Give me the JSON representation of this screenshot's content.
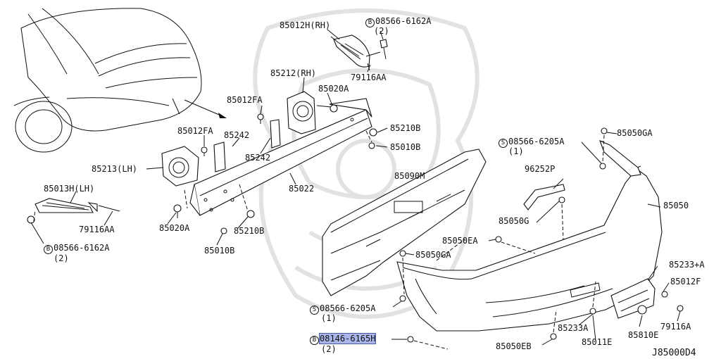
{
  "diagram_code": "J85000D4",
  "labels": {
    "p85012H_RH": "85012H(RH)",
    "p08566_6162A_top_code": "08566-6162A",
    "p08566_6162A_top_qty": "(2)",
    "p08566_6162A_top_mark": "B",
    "p79116AA_top": "79116AA",
    "p85212_RH": "85212(RH)",
    "p85020A_top": "85020A",
    "p85012FA_top": "85012FA",
    "p85012FA_left": "85012FA",
    "p85242_a": "85242",
    "p85242_b": "85242",
    "p85210B_right": "85210B",
    "p85010B_right": "85010B",
    "p85213_LH": "85213(LH)",
    "p85022": "85022",
    "p85090M": "85090M",
    "p85013H_LH": "85013H(LH)",
    "p79116AA_left": "79116AA",
    "p85020A_bottom": "85020A",
    "p85210B_bottom": "85210B",
    "p85010B_bottom": "85010B",
    "p08566_6162A_left_code": "08566-6162A",
    "p08566_6162A_left_qty": "(2)",
    "p08566_6162A_left_mark": "B",
    "p85050GA_top": "85050GA",
    "p08566_6205A_top_code": "08566-6205A",
    "p08566_6205A_top_qty": "(1)",
    "p08566_6205A_top_mark": "S",
    "p96252P": "96252P",
    "p85050": "85050",
    "p85050G": "85050G",
    "p85050EA": "85050EA",
    "p85050GA_mid": "85050GA",
    "p85233A_plus": "85233+A",
    "p85012F": "85012F",
    "p08566_6205A_bottom_code": "08566-6205A",
    "p08566_6205A_bottom_qty": "(1)",
    "p08566_6205A_bottom_mark": "S",
    "p79116A": "79116A",
    "p85233A": "85233A",
    "p85810E": "85810E",
    "p08146_6165H_code": "08146-6165H",
    "p08146_6165H_qty": "(2)",
    "p08146_6165H_mark": "B",
    "p85050EB": "85050EB",
    "p85011E": "85011E"
  },
  "highlight_color": "#aab6ea"
}
